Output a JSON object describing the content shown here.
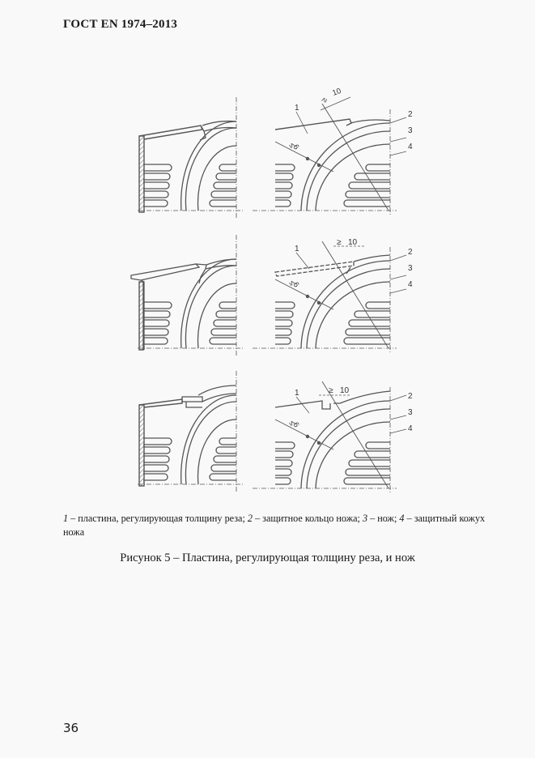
{
  "header": {
    "title": "ГОСТ EN 1974–2013"
  },
  "figure": {
    "rows": [
      {
        "dim_ge": "≥",
        "dim_ge_value": "10",
        "dim_le": "≤",
        "dim_le_value": "6",
        "labels": [
          "1",
          "2",
          "3",
          "4"
        ]
      },
      {
        "dim_ge": "≥",
        "dim_ge_value": "10",
        "dim_le": "≤",
        "dim_le_value": "6",
        "labels": [
          "1",
          "2",
          "3",
          "4"
        ]
      },
      {
        "dim_ge": "≥",
        "dim_ge_value": "10",
        "dim_le": "≤",
        "dim_le_value": "6",
        "labels": [
          "1",
          "2",
          "3",
          "4"
        ]
      }
    ]
  },
  "legend": {
    "items": [
      {
        "num": "1",
        "text": " – пластина, регулирующая толщину реза; "
      },
      {
        "num": "2",
        "text": " – защитное кольцо ножа; "
      },
      {
        "num": "3",
        "text": " – нож; "
      },
      {
        "num": "4",
        "text": " – защитный кожух ножа"
      }
    ]
  },
  "caption": {
    "text": "Рисунок 5 – Пластина, регулирующая толщину реза, и нож"
  },
  "footer": {
    "page_number": "36"
  },
  "colors": {
    "background": "#f9f9f9",
    "ink": "#1a1a1a",
    "line": "#555555"
  }
}
